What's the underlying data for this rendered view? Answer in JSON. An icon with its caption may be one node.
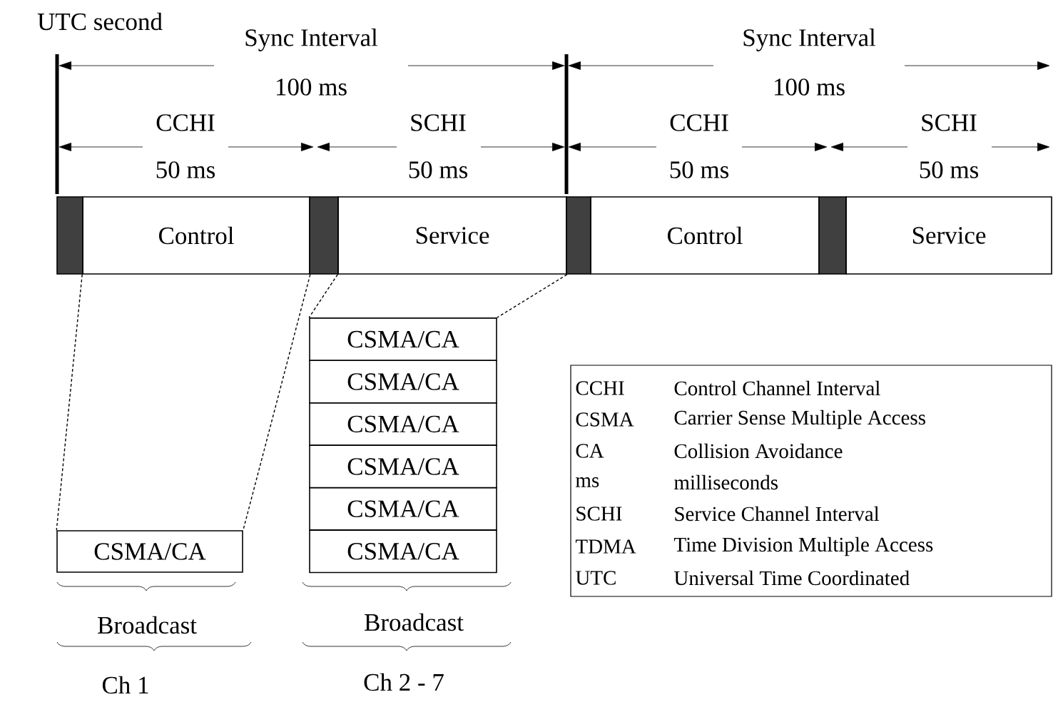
{
  "diagram": {
    "nodes": [
      {
        "text": [],
        "shape": "bar"
      },
      {
        "text": [
          "Control"
        ]
      },
      {
        "text": [],
        "shape": "bar"
      },
      {
        "text": [
          "Service"
        ]
      },
      {
        "text": [],
        "shape": "bar"
      },
      {
        "text": [
          "Control"
        ]
      },
      {
        "text": [],
        "shape": "bar"
      },
      {
        "text": [
          "Service"
        ]
      },
      {
        "text": [
          "CSMA/CA"
        ]
      },
      {
        "text": [
          "CSMA/CA"
        ]
      },
      {
        "text": [
          "CSMA/CA"
        ]
      },
      {
        "text": [
          "CSMA/CA"
        ]
      },
      {
        "text": [
          "CSMA/CA"
        ]
      },
      {
        "text": [
          "CSMA/CA"
        ]
      },
      {
        "text": [
          "CSMA/CA"
        ]
      }
    ],
    "edges": [
      {
        "from": 1,
        "to": 8,
        "arrow": "none",
        "style": "dashed"
      },
      {
        "from": 1,
        "to": 8,
        "arrow": "none",
        "style": "dashed"
      },
      {
        "from": 3,
        "to": 9,
        "arrow": "none",
        "style": "dashed"
      },
      {
        "from": 3,
        "to": 9,
        "arrow": "none",
        "style": "dashed"
      }
    ],
    "labels": [
      "UTC second",
      "Sync Interval",
      "100 ms",
      "CCHI",
      "50 ms",
      "SCHI",
      "50 ms",
      "Sync Interval",
      "100 ms",
      "CCHI",
      "50 ms",
      "SCHI",
      "50 ms",
      "Broadcast",
      "Broadcast",
      "Ch 1",
      "Ch 2 - 7",
      "CCHI",
      "Control Channel Interval",
      "CSMA",
      "Carrier Sense Multiple Access",
      "CA",
      "Collision Avoidance",
      "ms",
      "milliseconds",
      "SCHI",
      "Service Channel Interval",
      "TDMA",
      "Time Division Multiple Access",
      "UTC",
      "Universal Time Coordinated"
    ]
  }
}
